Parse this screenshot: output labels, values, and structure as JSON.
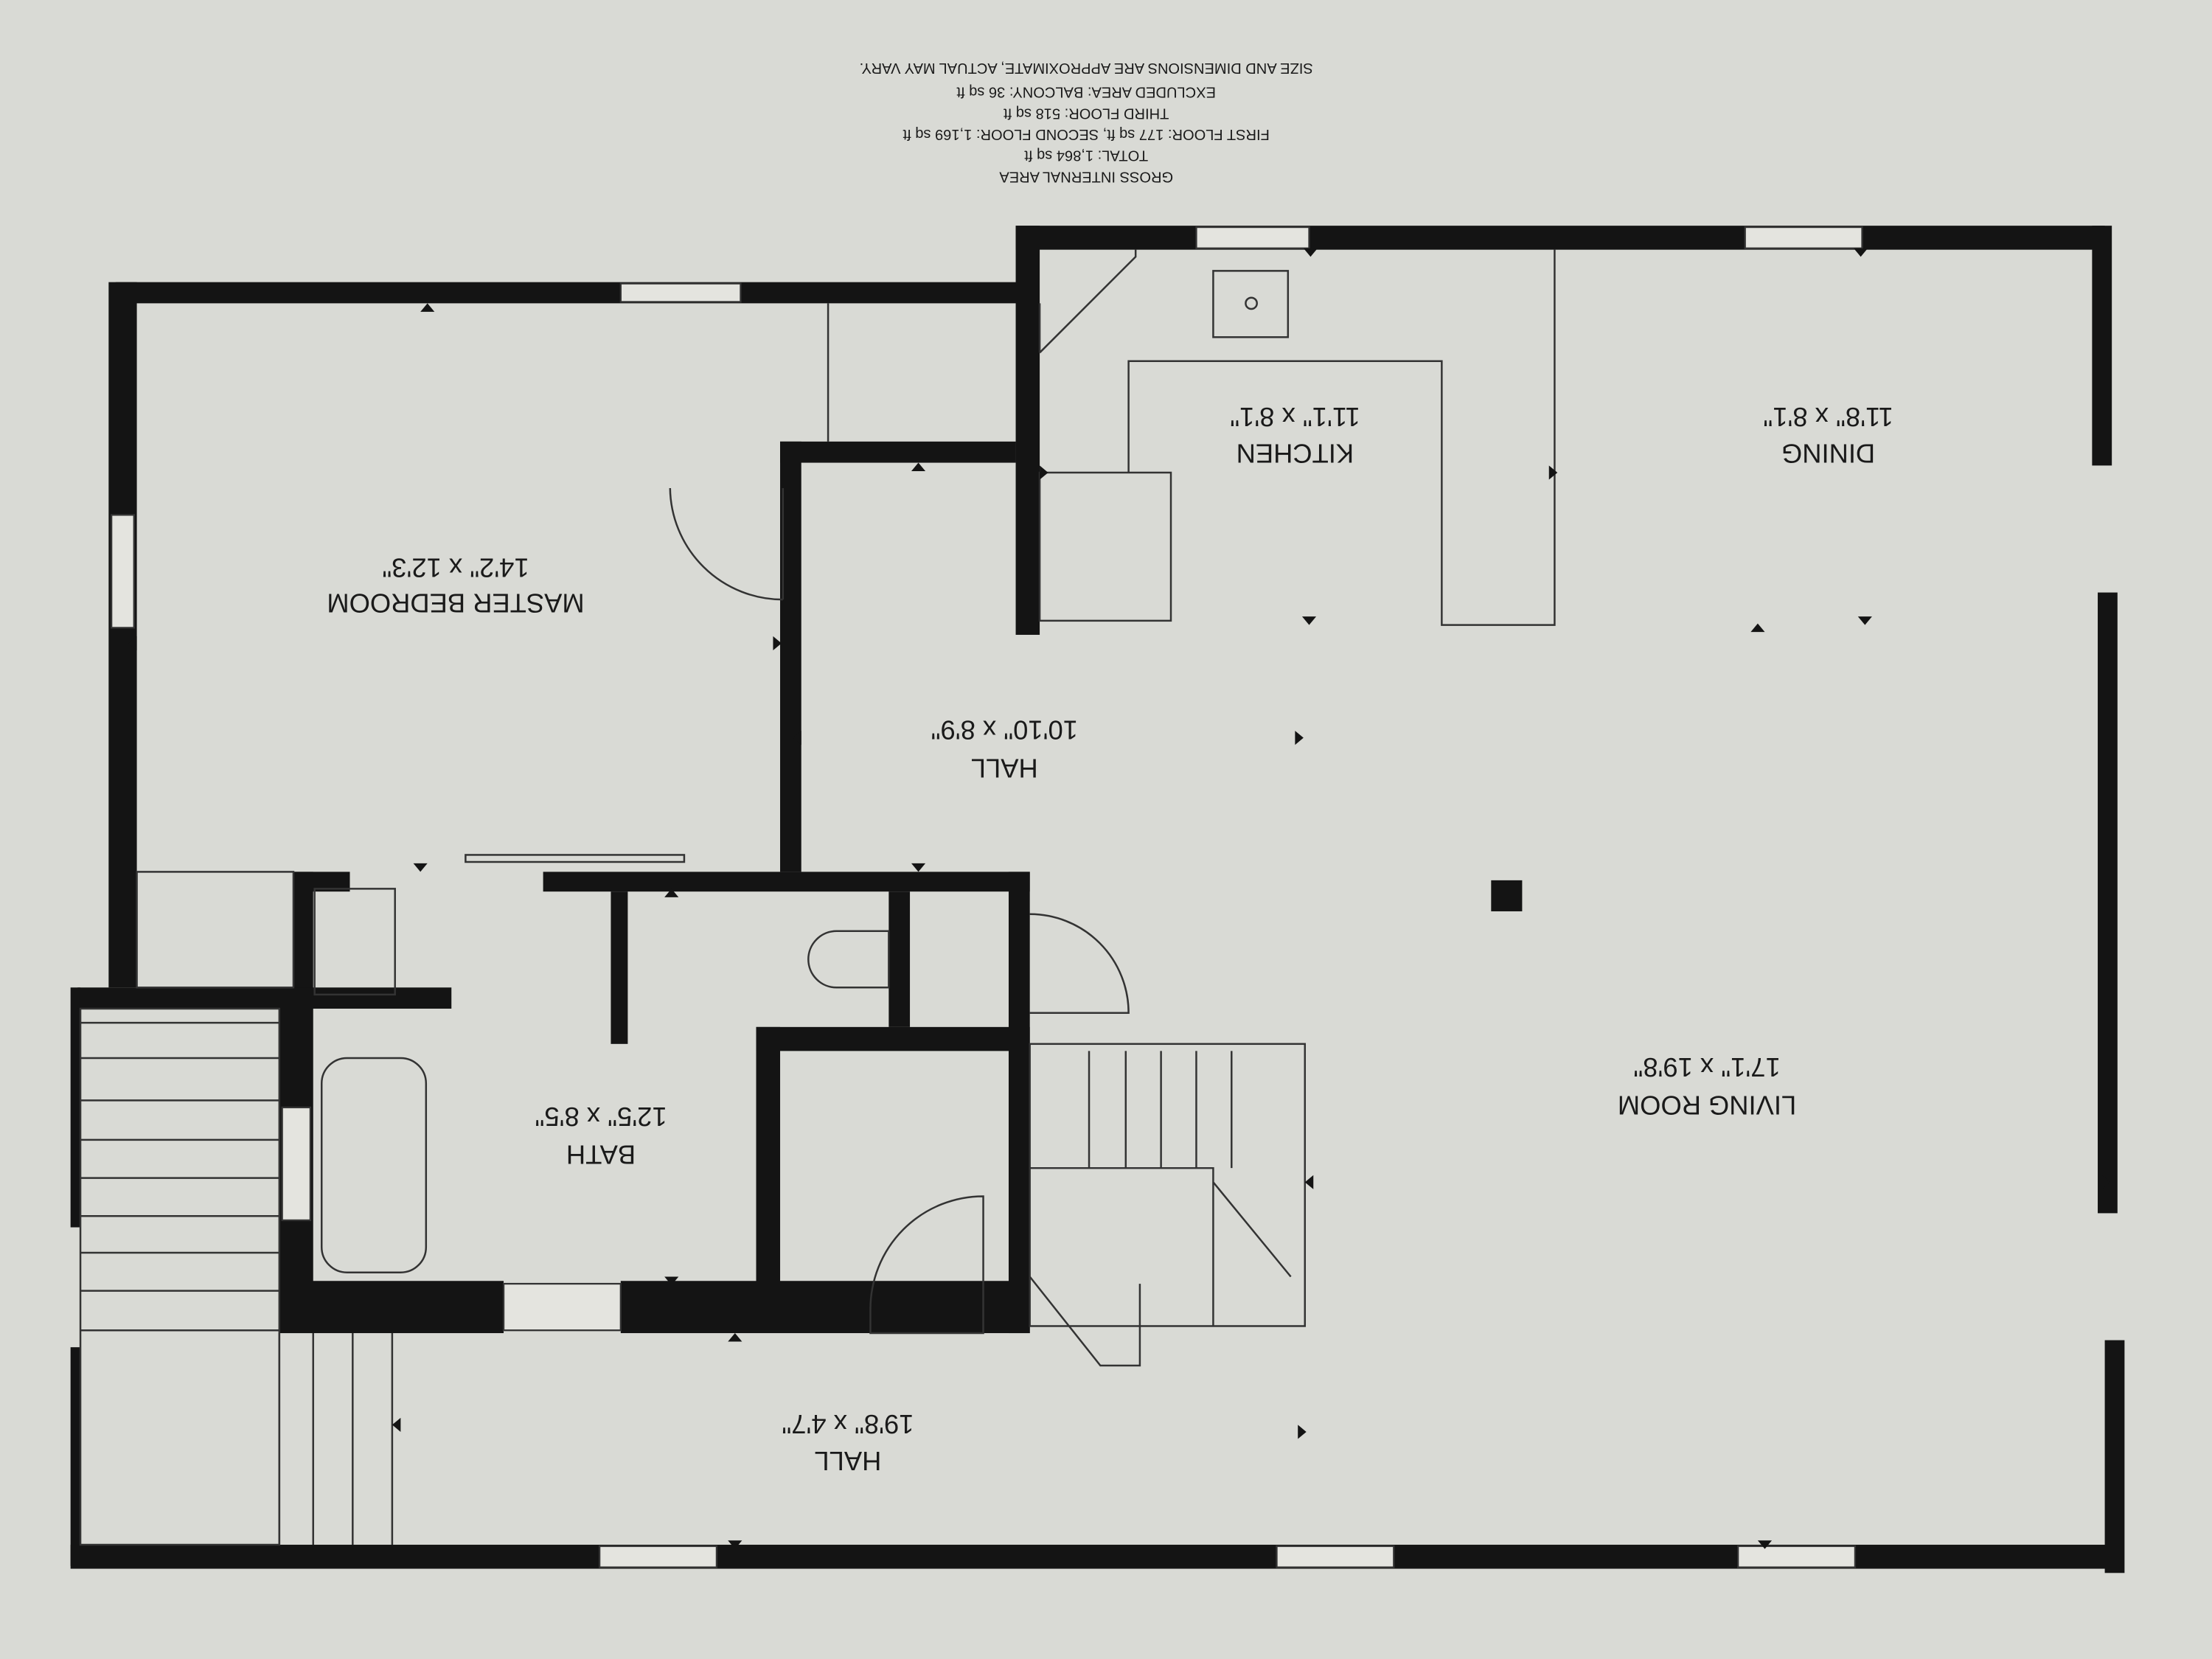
{
  "notes": {
    "title": "GROSS INTERNAL AREA",
    "total": "TOTAL: 1,864 sq ft",
    "floors": "FIRST FLOOR: 177 sq ft, SECOND FLOOR: 1,169 sq ft",
    "third": "THIRD FLOOR: 518 sq ft",
    "excluded": "EXCLUDED AREA: BALCONY: 36 sq ft",
    "disclaimer": "SIZE AND DIMENSIONS ARE APPROXIMATE, ACTUAL MAY VARY."
  },
  "rooms": {
    "master_bedroom": {
      "name": "MASTER BEDROOM",
      "size": "14'2\" x 12'3\""
    },
    "kitchen": {
      "name": "KITCHEN",
      "size": "11'1\" x 8'1\""
    },
    "dining": {
      "name": "DINING",
      "size": "11'8\" x 8'1\""
    },
    "hall_upper": {
      "name": "HALL",
      "size": "10'10\" x 8'9\""
    },
    "bath": {
      "name": "BATH",
      "size": "12'5\" x 8'5\""
    },
    "living_room": {
      "name": "LIVING ROOM",
      "size": "17'1\" x 19'8\""
    },
    "hall_lower": {
      "name": "HALL",
      "size": "19'8\" x 4'7\""
    }
  },
  "colors": {
    "paper": "#d9dad5",
    "wall": "#141414"
  }
}
